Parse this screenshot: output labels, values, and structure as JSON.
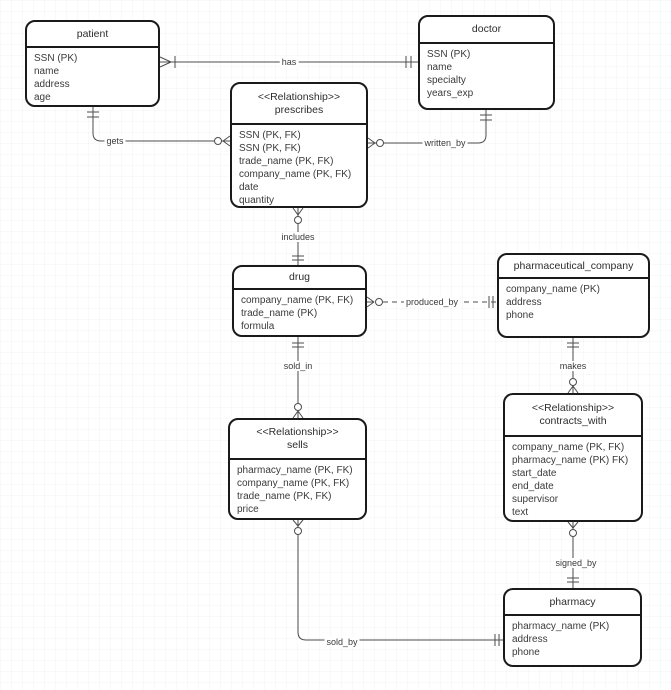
{
  "diagram": {
    "type": "entity-relationship-diagram",
    "colors": {
      "background": "#ffffff",
      "box_fill": "#ffffff",
      "box_border": "#1a1a1a",
      "connector": "#4d4d4d",
      "text": "#3a3a3a"
    },
    "entities": {
      "patient": {
        "title": "patient",
        "attributes": [
          "SSN (PK)",
          "name",
          "address",
          "age"
        ]
      },
      "doctor": {
        "title": "doctor",
        "attributes": [
          "SSN (PK)",
          "name",
          "specialty",
          "years_exp"
        ]
      },
      "prescribes": {
        "stereotype": "<<Relationship>>",
        "title": "prescribes",
        "attributes": [
          "SSN (PK, FK)",
          "SSN (PK, FK)",
          "trade_name (PK, FK)",
          "company_name (PK, FK)",
          "date",
          "quantity"
        ]
      },
      "drug": {
        "title": "drug",
        "attributes": [
          "company_name (PK, FK)",
          "trade_name (PK)",
          "formula"
        ]
      },
      "pharmaceutical_company": {
        "title": "pharmaceutical_company",
        "attributes": [
          "company_name (PK)",
          "address",
          "phone"
        ]
      },
      "sells": {
        "stereotype": "<<Relationship>>",
        "title": "sells",
        "attributes": [
          "pharmacy_name (PK, FK)",
          "company_name (PK, FK)",
          "trade_name (PK, FK)",
          "price"
        ]
      },
      "contracts_with": {
        "stereotype": "<<Relationship>>",
        "title": "contracts_with",
        "attributes": [
          "company_name (PK, FK)",
          "pharmacy_name (PK) FK)",
          "start_date",
          "end_date",
          "supervisor",
          "text"
        ]
      },
      "pharmacy": {
        "title": "pharmacy",
        "attributes": [
          "pharmacy_name (PK)",
          "address",
          "phone"
        ]
      }
    },
    "edges": {
      "has": {
        "label": "has",
        "from": "patient",
        "to": "doctor"
      },
      "gets": {
        "label": "gets",
        "from": "patient",
        "to": "prescribes"
      },
      "written_by": {
        "label": "written_by",
        "from": "prescribes",
        "to": "doctor"
      },
      "includes": {
        "label": "includes",
        "from": "prescribes",
        "to": "drug"
      },
      "produced_by": {
        "label": "produced_by",
        "from": "drug",
        "to": "pharmaceutical_company",
        "style": "dashed"
      },
      "sold_in": {
        "label": "sold_in",
        "from": "drug",
        "to": "sells"
      },
      "makes": {
        "label": "makes",
        "from": "pharmaceutical_company",
        "to": "contracts_with"
      },
      "signed_by": {
        "label": "signed_by",
        "from": "contracts_with",
        "to": "pharmacy"
      },
      "sold_by": {
        "label": "sold_by",
        "from": "sells",
        "to": "pharmacy"
      }
    }
  }
}
